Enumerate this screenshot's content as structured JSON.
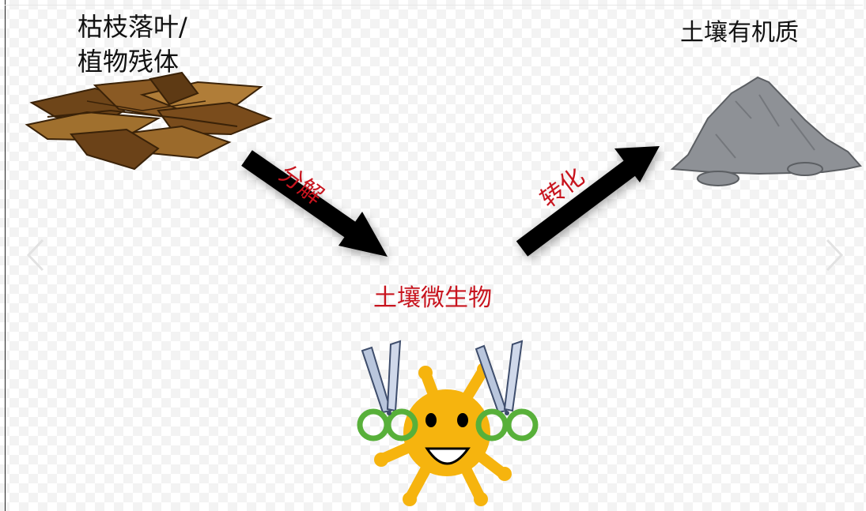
{
  "labels": {
    "leaves_line1": "枯枝落叶/",
    "leaves_line2": "植物残体",
    "soil_organic": "土壤有机质",
    "decompose": "分解",
    "transform": "转化",
    "microbe": "土壤微生物"
  },
  "colors": {
    "label_red": "#c8141e",
    "leaf_brown": "#8a5a24",
    "soil_gray": "#8e9196",
    "microbe_yellow": "#f6b40e",
    "scissors_green": "#58b03a"
  },
  "icons": {
    "nav_prev": "chevron-left-icon",
    "nav_next": "chevron-right-icon"
  }
}
